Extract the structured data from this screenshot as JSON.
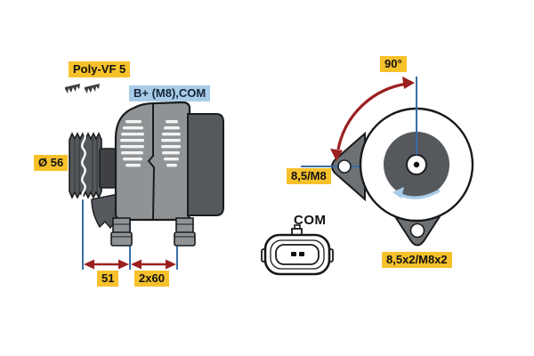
{
  "diagram": {
    "title": "alternator-technical-diagram",
    "labels": {
      "belt_type": "Poly-VF 5",
      "terminals": "B+ (M8),COM",
      "pulley_diameter": "Ø 56",
      "angle": "90°",
      "front_mount_hole": "8,5/M8",
      "rear_mount_holes": "8,5x2/M8x2",
      "dim_pulley_to_foot": "51",
      "dim_foot_spacing": "2x60",
      "connector": "COM"
    },
    "icons": {
      "belt_profile": "poly-v-belt-icon",
      "rotation": "rotation-direction-arrow-icon",
      "connector": "com-plug-icon"
    },
    "colors": {
      "label_yellow": "#F6C12B",
      "label_blue": "#A8CBE8",
      "label_blue_text": "#152435",
      "dimension_blue": "#3A6EA5",
      "arrow_red": "#9B1F1F",
      "rotation_blue": "#A9CBE9",
      "body_gray": "#8F9396",
      "dark_gray": "#55585C",
      "darker_gray": "#3F4144",
      "outline": "#1A1C1E"
    }
  }
}
